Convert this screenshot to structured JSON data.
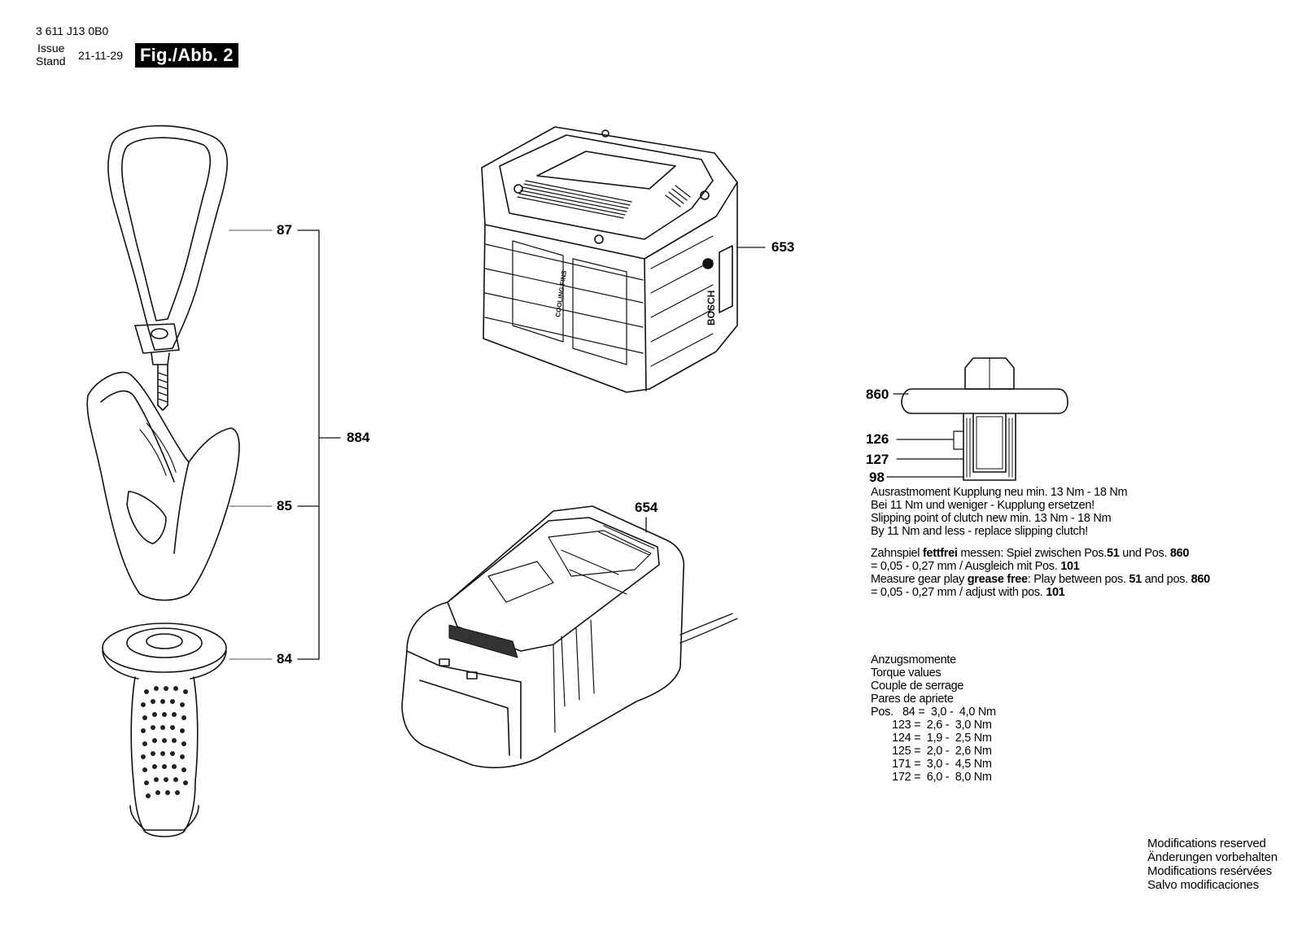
{
  "header": {
    "doc_number": "3 611 J13 0B0",
    "issue_label": "Issue",
    "stand_label": "Stand",
    "date": "21-11-29",
    "figure": "Fig./Abb. 2"
  },
  "part_numbers": {
    "p87": "87",
    "p85": "85",
    "p84": "84",
    "p884": "884",
    "p653": "653",
    "p654": "654",
    "p860": "860",
    "p126": "126",
    "p127": "127",
    "p98": "98"
  },
  "battery_text": {
    "side": "COOLING FINS",
    "brand": "BOSCH"
  },
  "clutch_note": {
    "line1": "Ausrastmoment Kupplung neu min. 13 Nm - 18 Nm",
    "line2": "Bei 11 Nm und weniger - Kupplung ersetzen!",
    "line3": "Slipping point of clutch new min. 13 Nm - 18 Nm",
    "line4": "By 11 Nm and less - replace slipping clutch!"
  },
  "gear_note": {
    "l1_a": "Zahnspiel ",
    "l1_b": "fettfrei",
    "l1_c": " messen: Spiel zwischen Pos.",
    "l1_d": "51",
    "l1_e": " und Pos. ",
    "l1_f": "860",
    "l2_a": "= 0,05 - 0,27 mm / Ausgleich mit Pos. ",
    "l2_b": "101",
    "l3_a": "Measure gear play ",
    "l3_b": "grease free",
    "l3_c": ": Play between pos. ",
    "l3_d": "51",
    "l3_e": " and pos. ",
    "l3_f": "860",
    "l4_a": "= 0,05 - 0,27 mm / adjust with pos. ",
    "l4_b": "101"
  },
  "torque": {
    "title1": "Anzugsmomente",
    "title2": "Torque values",
    "title3": "Couple de serrage",
    "title4": "Pares de apriete",
    "rows": [
      "Pos.   84 =  3,0 -  4,0 Nm",
      "       123 =  2,6 -  3,0 Nm",
      "       124 =  1,9 -  2,5 Nm",
      "       125 =  2,0 -  2,6 Nm",
      "       171 =  3,0 -  4,5 Nm",
      "       172 =  6,0 -  8,0 Nm"
    ]
  },
  "modifications": {
    "en": "Modifications reserved",
    "de": "Änderungen vorbehalten",
    "fr": "Modifications resérvées",
    "es": "Salvo modificaciones"
  }
}
